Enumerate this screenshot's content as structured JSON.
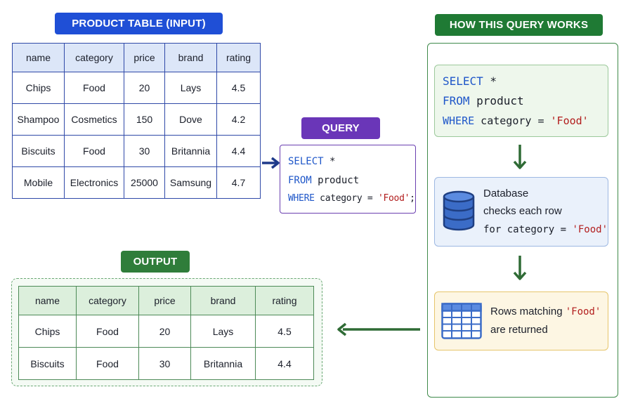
{
  "input_section": {
    "title": "PRODUCT TABLE (INPUT)",
    "headers": [
      "name",
      "category",
      "price",
      "brand",
      "rating"
    ],
    "rows": [
      [
        "Chips",
        "Food",
        "20",
        "Lays",
        "4.5"
      ],
      [
        "Shampoo",
        "Cosmetics",
        "150",
        "Dove",
        "4.2"
      ],
      [
        "Biscuits",
        "Food",
        "30",
        "Britannia",
        "4.4"
      ],
      [
        "Mobile",
        "Electronics",
        "25000",
        "Samsung",
        "4.7"
      ]
    ]
  },
  "query_section": {
    "title": "QUERY",
    "select_kw": "SELECT",
    "select_rest": " *",
    "from_kw": "FROM",
    "from_rest": " product",
    "where_kw": "WHERE",
    "where_mid": " category = ",
    "where_str": "'Food'",
    "where_end": ";"
  },
  "output_section": {
    "title": "OUTPUT",
    "headers": [
      "name",
      "category",
      "price",
      "brand",
      "rating"
    ],
    "rows": [
      [
        "Chips",
        "Food",
        "20",
        "Lays",
        "4.5"
      ],
      [
        "Biscuits",
        "Food",
        "30",
        "Britannia",
        "4.4"
      ]
    ]
  },
  "how_section": {
    "title": "HOW THIS QUERY WORKS",
    "sql": {
      "select_kw": "SELECT",
      "select_rest": " *",
      "from_kw": "FROM",
      "from_rest": " product",
      "where_kw": "WHERE",
      "where_mid": " category = ",
      "where_str": "'Food'"
    },
    "db_step": {
      "line1": "Database",
      "line2": "checks each row",
      "line3_prefix": "for category = ",
      "line3_str": "'Food'"
    },
    "rows_step": {
      "line1_prefix": "Rows matching ",
      "line1_str": "'Food'",
      "line2": "are returned"
    }
  },
  "colors": {
    "input_blue": "#1f4fd6",
    "query_purple": "#6a36b8",
    "output_green": "#2f7d3a",
    "how_green": "#1f7a34",
    "keyword_blue": "#1f57c9",
    "string_red": "#b21d1d"
  },
  "icons": [
    "arrow-right-icon",
    "arrow-down-icon",
    "arrow-left-icon",
    "database-icon",
    "table-grid-icon"
  ]
}
